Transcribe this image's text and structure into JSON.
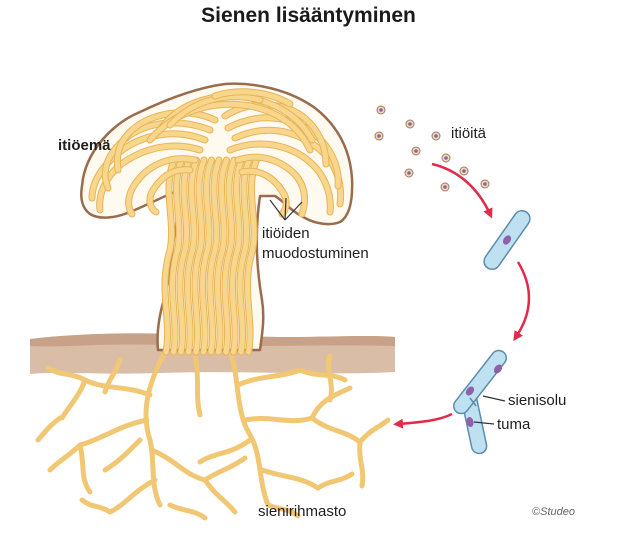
{
  "title": "Sienen lisääntyminen",
  "labels": {
    "fruiting_body": "itiöemä",
    "spores": "itiöitä",
    "spore_formation_line1": "itiöiden",
    "spore_formation_line2": "muodostuminen",
    "fungal_cell": "sienisolu",
    "nucleus": "tuma",
    "mycelium": "sienirihmasto"
  },
  "credit": "©Studeo",
  "colors": {
    "hypha_fill": "#f8d68c",
    "hypha_stroke": "#e7b45a",
    "cap_outline": "#9a6c4e",
    "soil": "#d6b9a2",
    "cell_fill": "#bfe0f1",
    "cell_stroke": "#5b8cab",
    "nucleus": "#8d62a8",
    "arrow": "#e02b4a"
  }
}
